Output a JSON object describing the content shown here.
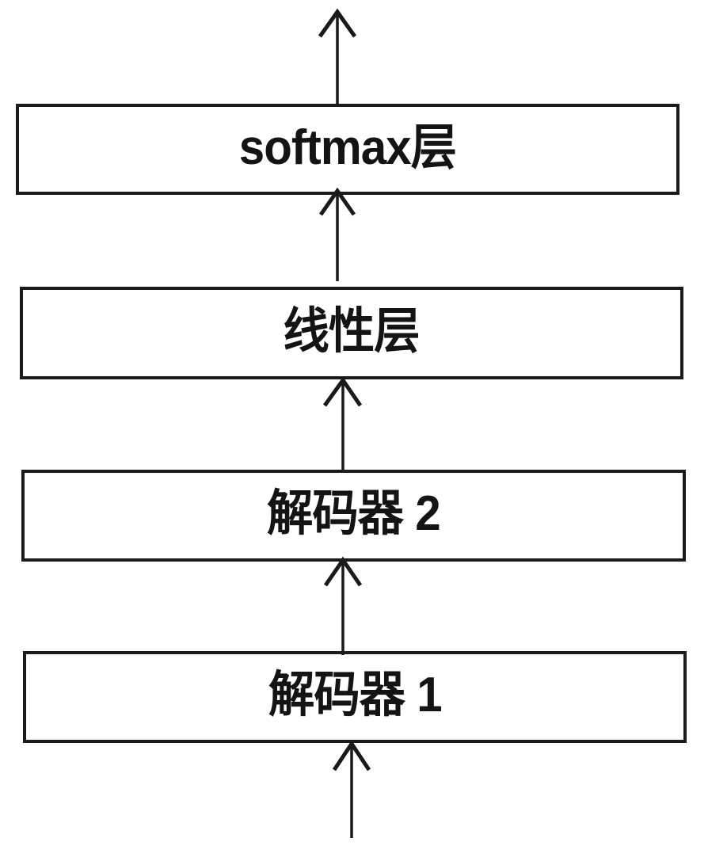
{
  "diagram": {
    "flow_direction": "bottom-to-top",
    "background_color": "#ffffff",
    "box_fill_color": "#ffffff",
    "box_border_color": "#1b1b1b",
    "text_color": "#141414",
    "arrow_color": "#1a1a1a",
    "nodes": [
      {
        "id": "softmax-layer",
        "label": "softmax层"
      },
      {
        "id": "linear-layer",
        "label": "线性层"
      },
      {
        "id": "decoder-2",
        "label": "解码器 2"
      },
      {
        "id": "decoder-1",
        "label": "解码器 1"
      }
    ],
    "edges": [
      {
        "from": "softmax-layer",
        "to": "output"
      },
      {
        "from": "linear-layer",
        "to": "softmax-layer"
      },
      {
        "from": "decoder-2",
        "to": "linear-layer"
      },
      {
        "from": "decoder-1",
        "to": "decoder-2"
      },
      {
        "from": "input",
        "to": "decoder-1"
      }
    ]
  }
}
